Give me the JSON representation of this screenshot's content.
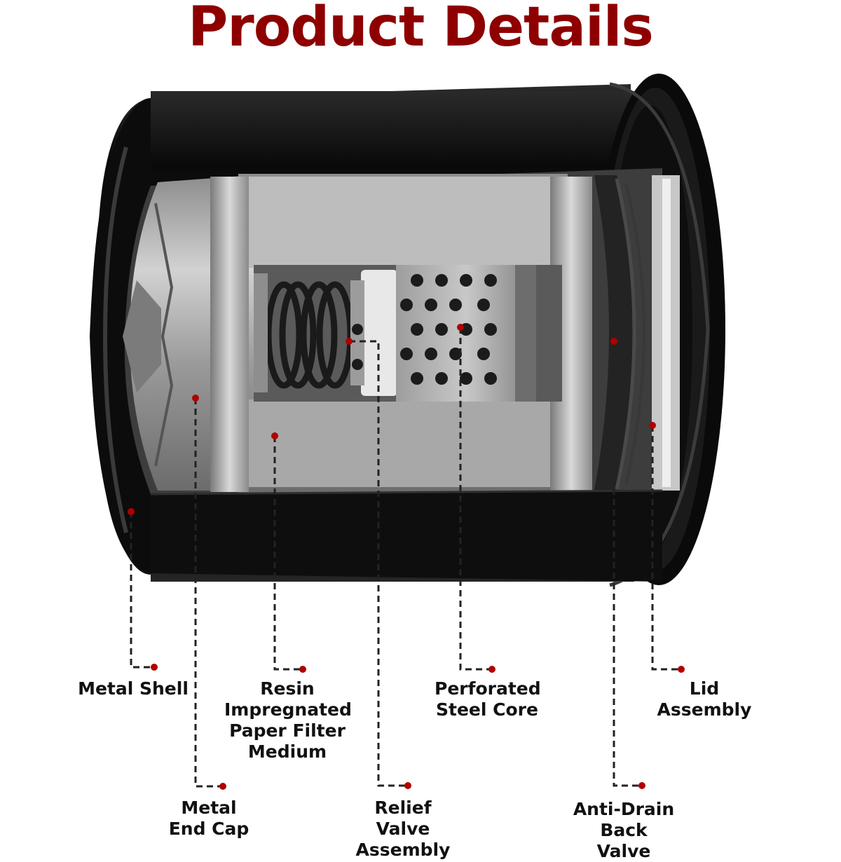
{
  "title": "Product Details",
  "colors": {
    "title": "#8e0000",
    "marker": "#b00000",
    "leader": "#222222",
    "shell": "#0d0d0d",
    "filter_metal": "#a9a9a9"
  },
  "labels": {
    "metal_shell": "Metal Shell",
    "metal_end_cap": "Metal End Cap",
    "resin_paper": "Resin Impregnated Paper Filter Medium",
    "relief_valve": "Relief Valve Assembly",
    "steel_core": "Perforated Steel Core",
    "anti_drain": "Anti-Drain Back Valve",
    "lid_assembly": "Lid Assembly"
  }
}
